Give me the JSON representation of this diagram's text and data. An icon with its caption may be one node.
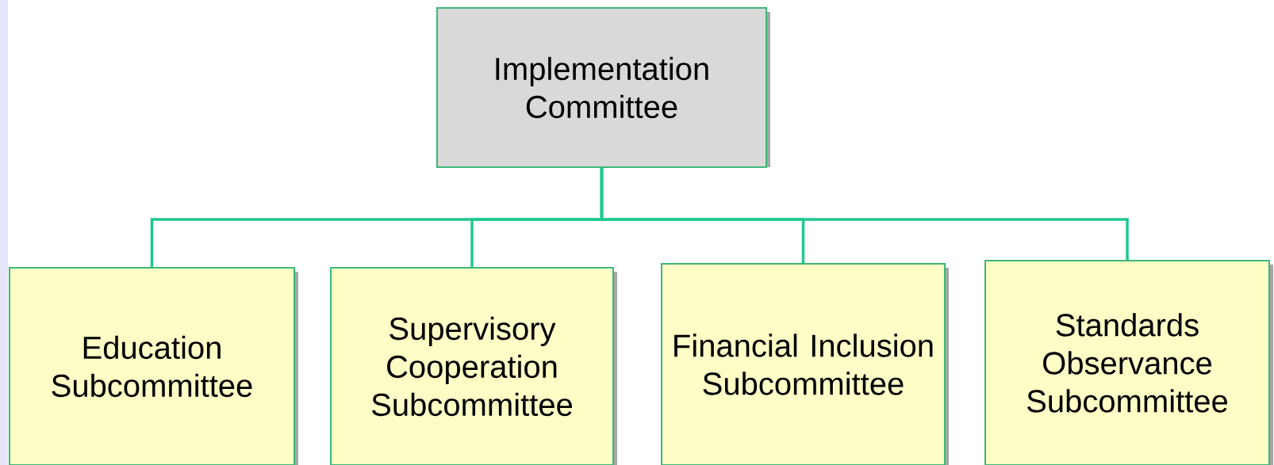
{
  "diagram": {
    "nodes": [
      {
        "text": [
          "Implementation Committee"
        ]
      },
      {
        "text": [
          "Education Subcommittee"
        ]
      },
      {
        "text": [
          "Supervisory Cooperation Subcommittee"
        ]
      },
      {
        "text": [
          "Financial Inclusion Subcommittee"
        ]
      },
      {
        "text": [
          "Standards Observance Subcommittee"
        ]
      }
    ],
    "edges": [
      {
        "from": 0,
        "to": 1,
        "arrow": "none"
      },
      {
        "from": 0,
        "to": 2,
        "arrow": "none"
      },
      {
        "from": 0,
        "to": 3,
        "arrow": "none"
      },
      {
        "from": 0,
        "to": 4,
        "arrow": "none"
      }
    ]
  }
}
